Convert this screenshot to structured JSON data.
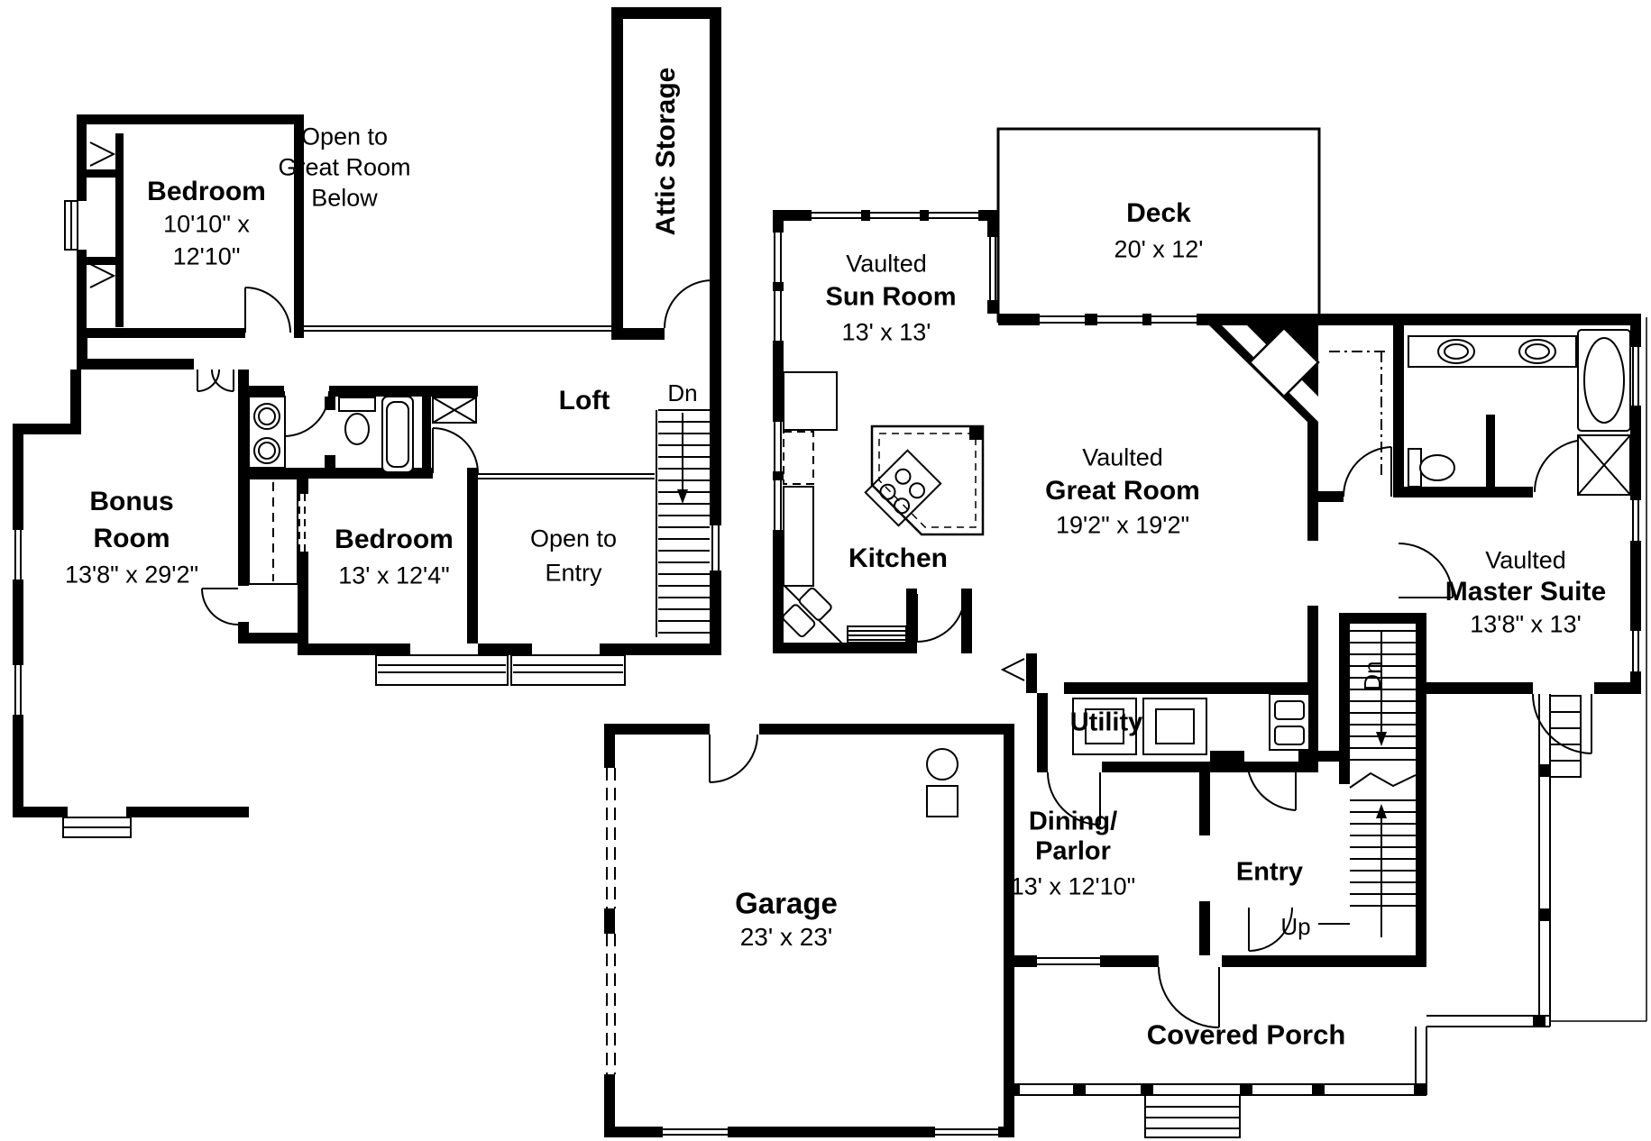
{
  "colors": {
    "wall": "#000000",
    "background": "#ffffff"
  },
  "fp": {
    "upper": {
      "bedroom1": {
        "name": "Bedroom",
        "dim1": "10'10\" x",
        "dim2": "12'10\""
      },
      "open_below": {
        "line1": "Open to",
        "line2": "Great Room",
        "line3": "Below"
      },
      "attic": {
        "name": "Attic Storage"
      },
      "loft": {
        "name": "Loft"
      },
      "stairs": {
        "down": "Dn"
      },
      "bonus": {
        "name1": "Bonus",
        "name2": "Room",
        "dims": "13'8\" x 29'2\""
      },
      "bedroom2": {
        "name": "Bedroom",
        "dims": "13' x 12'4\""
      },
      "open_entry": {
        "line1": "Open to",
        "line2": "Entry"
      }
    },
    "main": {
      "sunroom": {
        "prefix": "Vaulted",
        "name": "Sun Room",
        "dims": "13' x 13'"
      },
      "deck": {
        "name": "Deck",
        "dims": "20' x 12'"
      },
      "greatroom": {
        "prefix": "Vaulted",
        "name": "Great Room",
        "dims": "19'2\" x 19'2\""
      },
      "kitchen": {
        "name": "Kitchen"
      },
      "utility": {
        "name": "Utility"
      },
      "master": {
        "prefix": "Vaulted",
        "name": "Master Suite",
        "dims": "13'8\" x 13'"
      },
      "dining": {
        "name1": "Dining/",
        "name2": "Parlor",
        "dims": "13' x 12'10\""
      },
      "entry": {
        "name": "Entry"
      },
      "stairs": {
        "up": "Up",
        "down": "Dn"
      },
      "garage": {
        "name": "Garage",
        "dims": "23' x 23'"
      },
      "porch": {
        "name": "Covered Porch"
      }
    }
  }
}
